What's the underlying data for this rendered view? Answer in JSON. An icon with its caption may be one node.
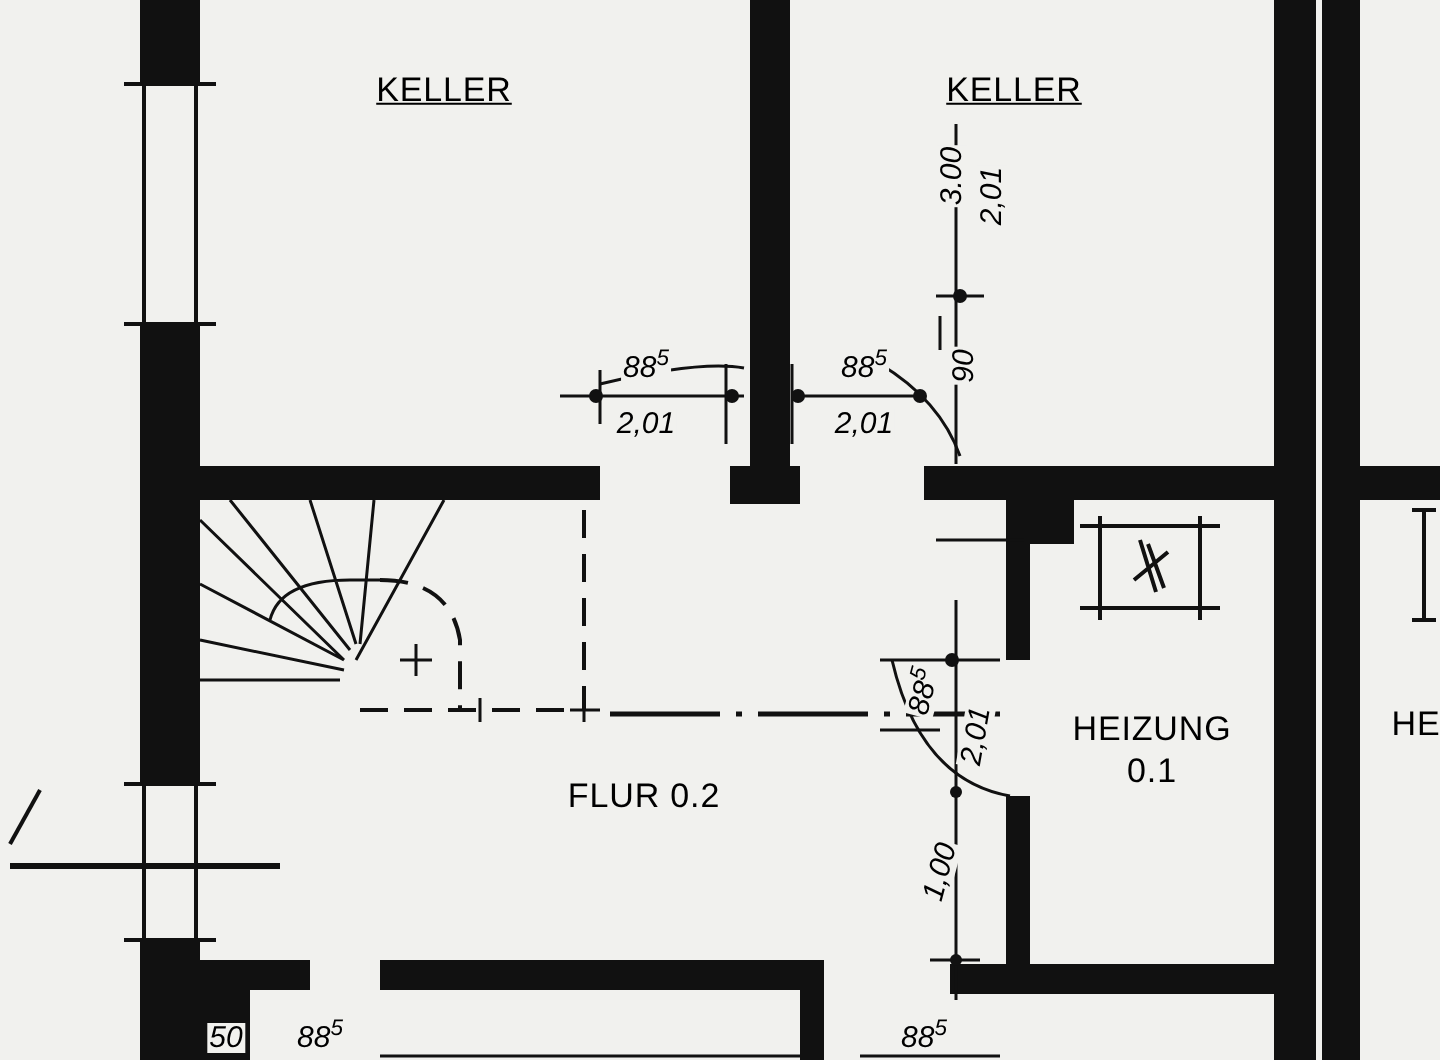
{
  "diagram": {
    "nodes": [
      {
        "text": [
          "KELLER"
        ]
      },
      {
        "text": [
          "KELLER"
        ]
      },
      {
        "text": [
          "FLUR 0.2"
        ]
      },
      {
        "text": [
          "HEIZUNG",
          "0.1"
        ]
      },
      {
        "text": [
          "HE"
        ]
      }
    ],
    "labels": [
      "88$^{5}$",
      "2,01",
      "88$^{5}$",
      "2,01",
      "3.00",
      "2,01",
      "90",
      "88$^{5}$",
      "2,01",
      "1,00",
      "50",
      "88$^{5}$",
      "88$^{5}$"
    ]
  }
}
